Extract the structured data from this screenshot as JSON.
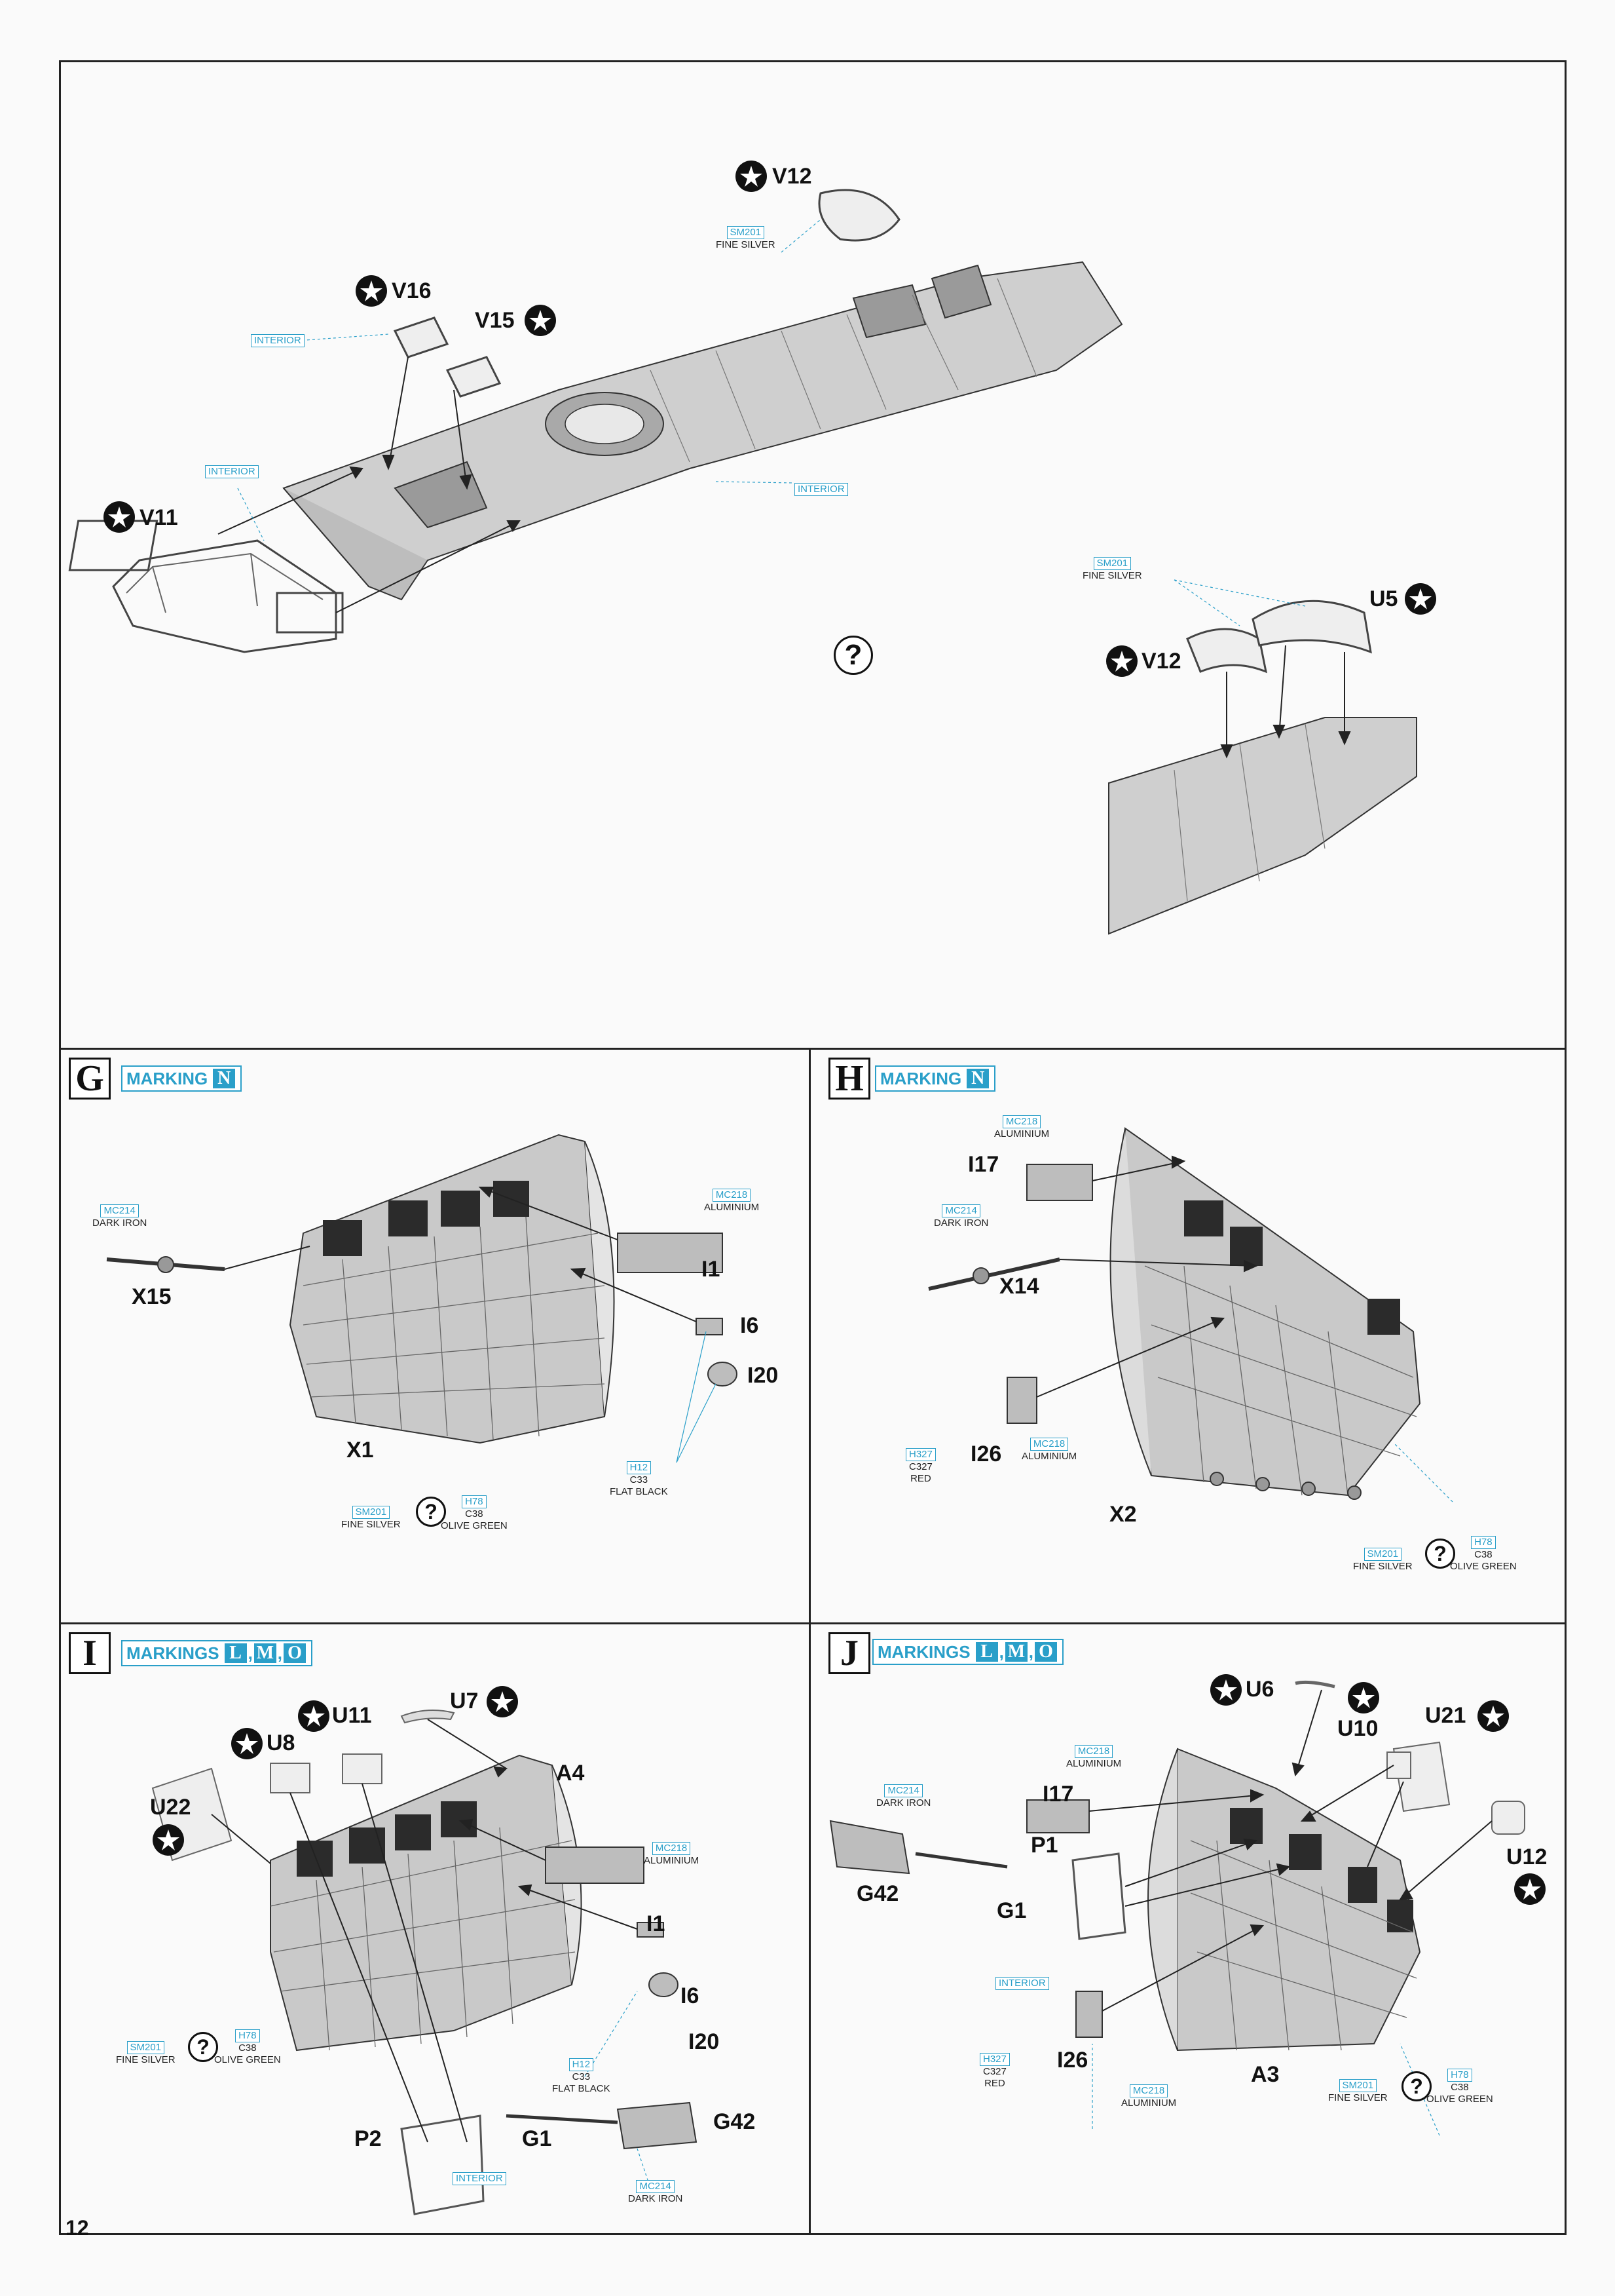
{
  "page_number": "12",
  "top": {
    "parts": {
      "V12a": "V12",
      "V16": "V16",
      "V15": "V15",
      "V11": "V11",
      "U5": "U5",
      "V12b": "V12"
    },
    "paints": {
      "sm201_a": {
        "code": "SM201",
        "name": "FINE SILVER"
      },
      "interior_a": {
        "code": "INTERIOR"
      },
      "interior_b": {
        "code": "INTERIOR"
      },
      "interior_c": {
        "code": "INTERIOR"
      },
      "sm201_b": {
        "code": "SM201",
        "name": "FINE SILVER"
      }
    },
    "unknown_symbol": "?"
  },
  "step_g": {
    "letter": "G",
    "marking_label": "MARKING",
    "markings": [
      "N"
    ],
    "parts": {
      "X15": "X15",
      "X1": "X1",
      "I1": "I1",
      "I6": "I6",
      "I20": "I20"
    },
    "paints": {
      "mc214": {
        "code": "MC214",
        "name": "DARK IRON"
      },
      "mc218": {
        "code": "MC218",
        "name": "ALUMINIUM"
      },
      "h12": {
        "code": "H12",
        "code2": "C33",
        "name": "FLAT BLACK"
      },
      "sm201": {
        "code": "SM201",
        "name": "FINE SILVER"
      },
      "h78": {
        "code": "H78",
        "code2": "C38",
        "name": "OLIVE GREEN"
      }
    }
  },
  "step_h": {
    "letter": "H",
    "marking_label": "MARKING",
    "markings": [
      "N"
    ],
    "parts": {
      "I17": "I17",
      "X14": "X14",
      "I26": "I26",
      "X2": "X2"
    },
    "paints": {
      "mc218a": {
        "code": "MC218",
        "name": "ALUMINIUM"
      },
      "mc214": {
        "code": "MC214",
        "name": "DARK IRON"
      },
      "h327": {
        "code": "H327",
        "code2": "C327",
        "name": "RED"
      },
      "mc218b": {
        "code": "MC218",
        "name": "ALUMINIUM"
      },
      "sm201": {
        "code": "SM201",
        "name": "FINE SILVER"
      },
      "h78": {
        "code": "H78",
        "code2": "C38",
        "name": "OLIVE GREEN"
      }
    }
  },
  "step_i": {
    "letter": "I",
    "marking_label": "MARKINGS",
    "markings": [
      "L",
      "M",
      "O"
    ],
    "parts": {
      "U11": "U11",
      "U7": "U7",
      "U8": "U8",
      "A4": "A4",
      "U22": "U22",
      "I1": "I1",
      "I6": "I6",
      "I20": "I20",
      "P2": "P2",
      "G1": "G1",
      "G42": "G42"
    },
    "paints": {
      "mc218": {
        "code": "MC218",
        "name": "ALUMINIUM"
      },
      "sm201": {
        "code": "SM201",
        "name": "FINE SILVER"
      },
      "h78": {
        "code": "H78",
        "code2": "C38",
        "name": "OLIVE GREEN"
      },
      "h12": {
        "code": "H12",
        "code2": "C33",
        "name": "FLAT BLACK"
      },
      "interior": {
        "code": "INTERIOR"
      },
      "mc214": {
        "code": "MC214",
        "name": "DARK IRON"
      }
    }
  },
  "step_j": {
    "letter": "J",
    "marking_label": "MARKINGS",
    "markings": [
      "L",
      "M",
      "O"
    ],
    "parts": {
      "U6": "U6",
      "U10": "U10",
      "U21": "U21",
      "I17": "I17",
      "P1": "P1",
      "G42": "G42",
      "G1": "G1",
      "U12": "U12",
      "I26": "I26",
      "A3": "A3"
    },
    "paints": {
      "mc218a": {
        "code": "MC218",
        "name": "ALUMINIUM"
      },
      "mc214": {
        "code": "MC214",
        "name": "DARK IRON"
      },
      "interior": {
        "code": "INTERIOR"
      },
      "h327": {
        "code": "H327",
        "code2": "C327",
        "name": "RED"
      },
      "mc218b": {
        "code": "MC218",
        "name": "ALUMINIUM"
      },
      "sm201": {
        "code": "SM201",
        "name": "FINE SILVER"
      },
      "h78": {
        "code": "H78",
        "code2": "C38",
        "name": "OLIVE GREEN"
      }
    }
  }
}
